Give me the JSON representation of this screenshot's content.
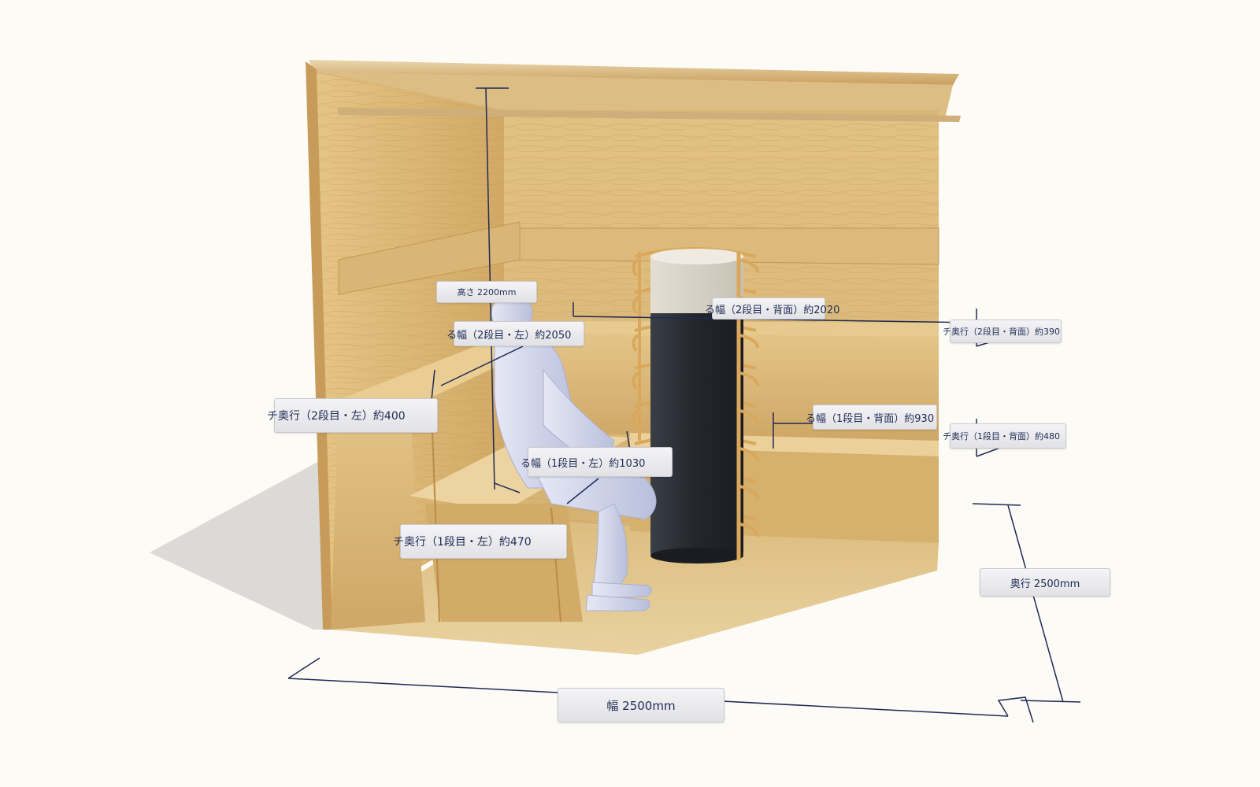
{
  "colors": {
    "background": "#fcfbf6",
    "wood_light": "#e8c98c",
    "wood_mid": "#d6ae6a",
    "wood_dark": "#b98c4a",
    "stove_body": "#2c2f35",
    "stove_top": "#d9d4c8",
    "guard_rail": "#d9a85c",
    "figure": "#c9cde4",
    "dimension_line": "#1f2a55",
    "floor_shadow": "#dcdad6"
  },
  "icons": {
    "figure": "seated-person-figure",
    "stove": "sauna-stove-icon"
  },
  "dimensions": {
    "height": "高さ 2200mm",
    "sit_width_2_back": "る幅（2段目・背面）約2020",
    "sit_width_2_left": "る幅（2段目・左）約2050",
    "bench_depth_2_back": "チ奥行（2段目・背面）約390",
    "bench_depth_2_left": "チ奥行（2段目・左）約400",
    "sit_width_1_back": "る幅（1段目・背面）約930",
    "bench_depth_1_back": "チ奥行（1段目・背面）約480",
    "sit_width_1_left": "る幅（1段目・左）約1030",
    "bench_depth_1_left": "チ奥行（1段目・左）約470",
    "depth": "奥行 2500mm",
    "width": "幅 2500mm"
  }
}
